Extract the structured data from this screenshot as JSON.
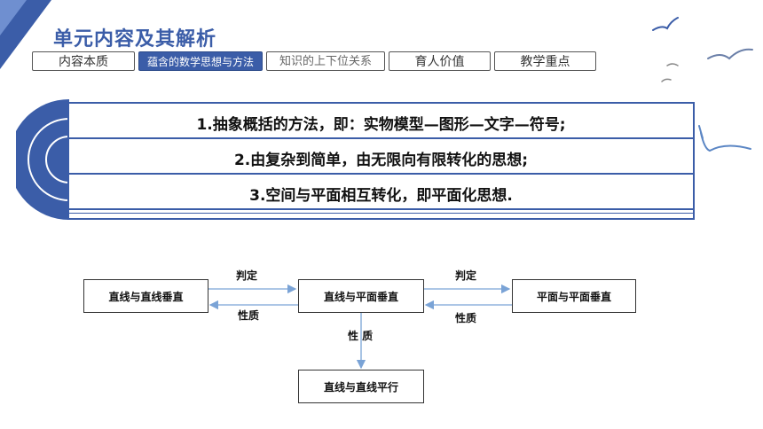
{
  "header": {
    "title": "单元内容及其解析",
    "tabs": [
      {
        "label": "内容本质"
      },
      {
        "label": "蕴含的数学思想与方法",
        "active": true
      },
      {
        "label": "知识的上下位关系"
      },
      {
        "label": "育人价值"
      },
      {
        "label": "教学重点"
      }
    ]
  },
  "ideas": [
    "1.抽象概括的方法，即：实物模型—图形—文字—符号;",
    "2.由复杂到简单，由无限向有限转化的思想;",
    "3.空间与平面相互转化，即平面化思想."
  ],
  "diagram": {
    "nodes": {
      "line_line_perp": "直线与直线垂直",
      "line_plane_perp": "直线与平面垂直",
      "plane_plane_perp": "平面与平面垂直",
      "line_line_parallel": "直线与直线平行"
    },
    "edges": {
      "judge_left": "判定",
      "prop_left": "性质",
      "judge_right": "判定",
      "prop_right": "性质",
      "prop_down": "性 质"
    }
  },
  "colors": {
    "accent": "#3b5da8",
    "arrow": "#7aa3d6"
  }
}
